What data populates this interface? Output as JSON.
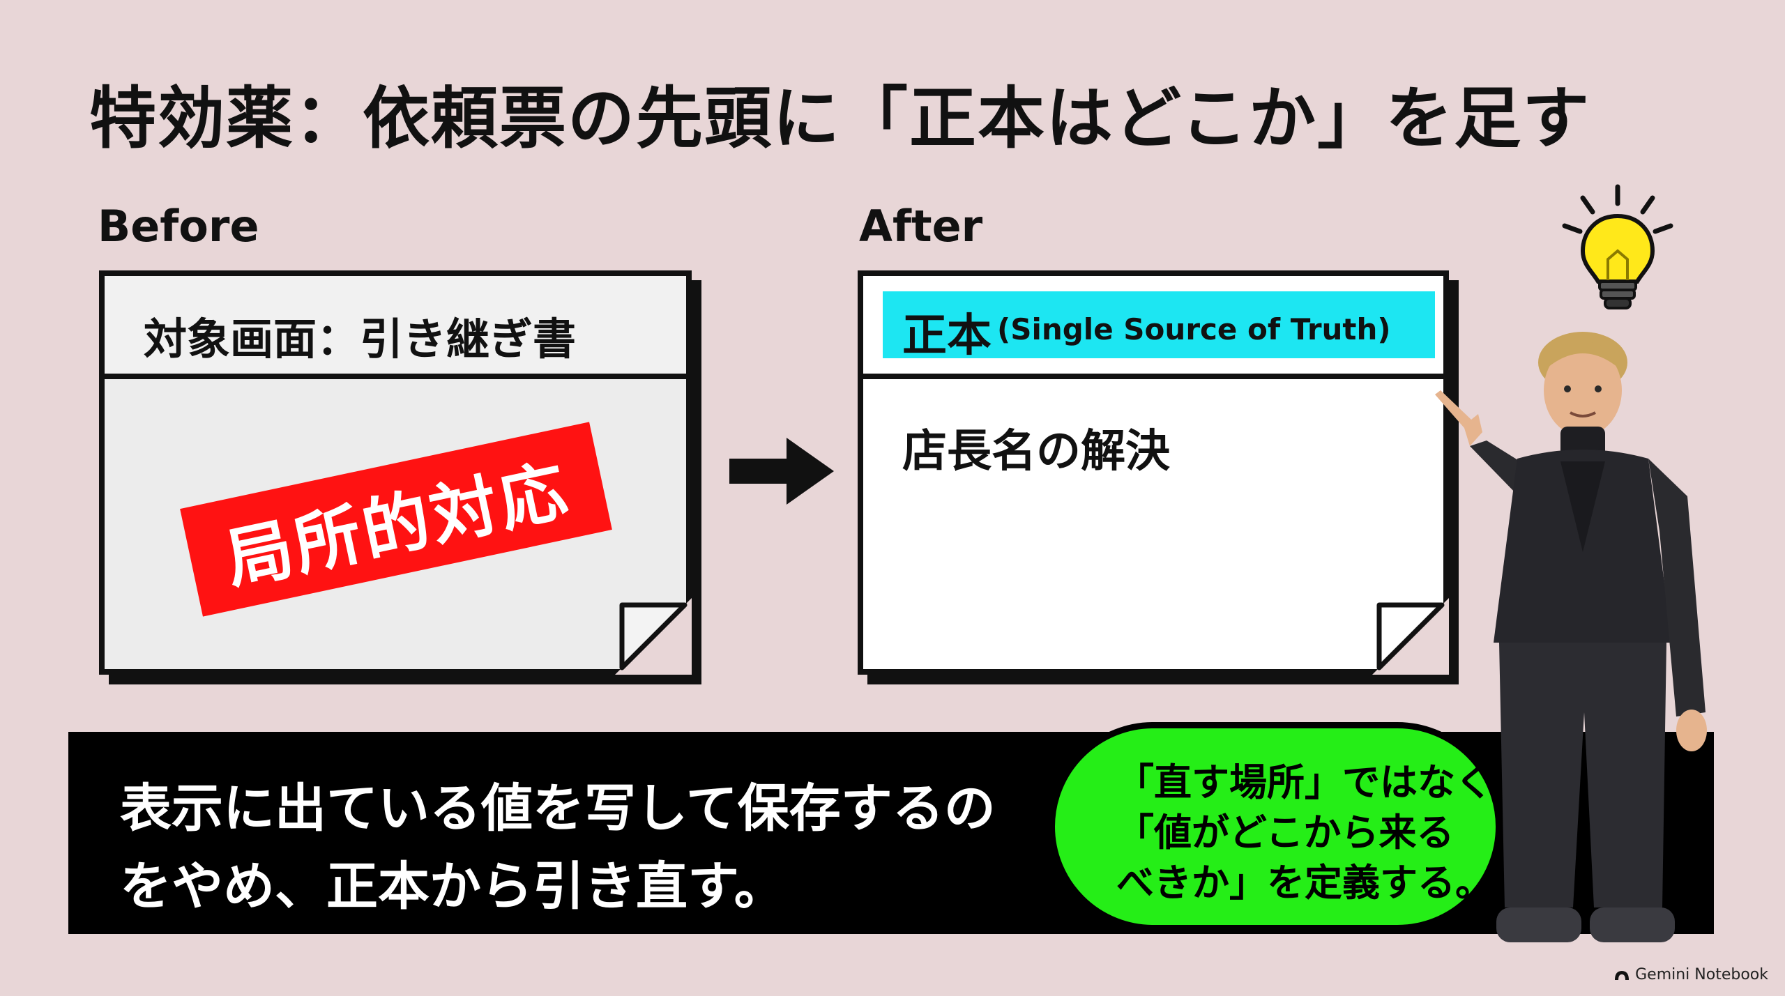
{
  "title": "特効薬：依頼票の先頭に「正本はどこか」を足す",
  "before": {
    "label": "Before",
    "header": "対象画面：引き継ぎ書",
    "stamp": "局所的対応"
  },
  "after": {
    "label": "After",
    "tag_main": "正本",
    "tag_sub": "(Single Source of Truth)",
    "body": "店長名の解決"
  },
  "banner": {
    "line1": "表示に出ている値を写して保存するの",
    "line2": "をやめ、正本から引き直す。"
  },
  "bubble": {
    "line1": "「直す場所」ではなく",
    "line2": "「値がどこから来る",
    "line3": "べきか」を定義する。"
  },
  "watermark": "Gemini Notebook",
  "icons": {
    "arrow": "right-arrow-icon",
    "bulb": "lightbulb-icon",
    "watermark_logo": "gemini-logo-icon"
  },
  "colors": {
    "background": "#e8d6d7",
    "highlight_cyan": "#1de6f2",
    "stamp_red": "#ff1212",
    "bubble_green": "#25ee17",
    "banner_black": "#000000"
  }
}
